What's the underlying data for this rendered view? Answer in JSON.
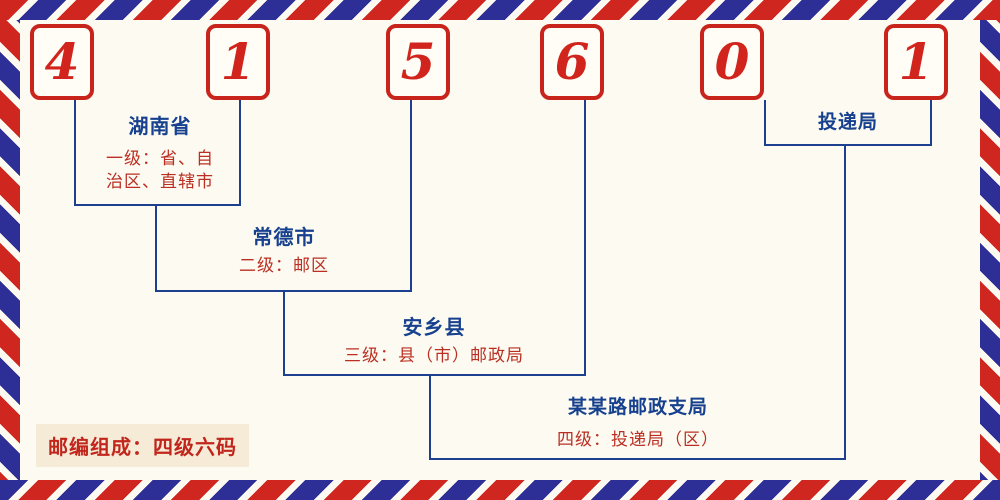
{
  "postal_code": {
    "digits": [
      "4",
      "1",
      "5",
      "6",
      "0",
      "1"
    ]
  },
  "labels": {
    "province": {
      "name": "湖南省",
      "desc_line1": "一级：省、自",
      "desc_line2": "治区、直辖市"
    },
    "city": {
      "name": "常德市",
      "desc": "二级：邮区"
    },
    "county": {
      "name": "安乡县",
      "desc": "三级：县（市）邮政局"
    },
    "branch": {
      "name": "某某路邮政支局",
      "desc": "四级：投递局（区）"
    },
    "delivery": {
      "name": "投递局"
    }
  },
  "note": {
    "text": "邮编组成：四级六码"
  },
  "colors": {
    "digit_red": "#d0241c",
    "line_blue": "#1d3f8f",
    "label_red": "#bb2f23",
    "label_blue": "#17418f",
    "border_red": "#cf2720",
    "border_blue": "#2d2f96",
    "background": "#fcfaf1"
  }
}
